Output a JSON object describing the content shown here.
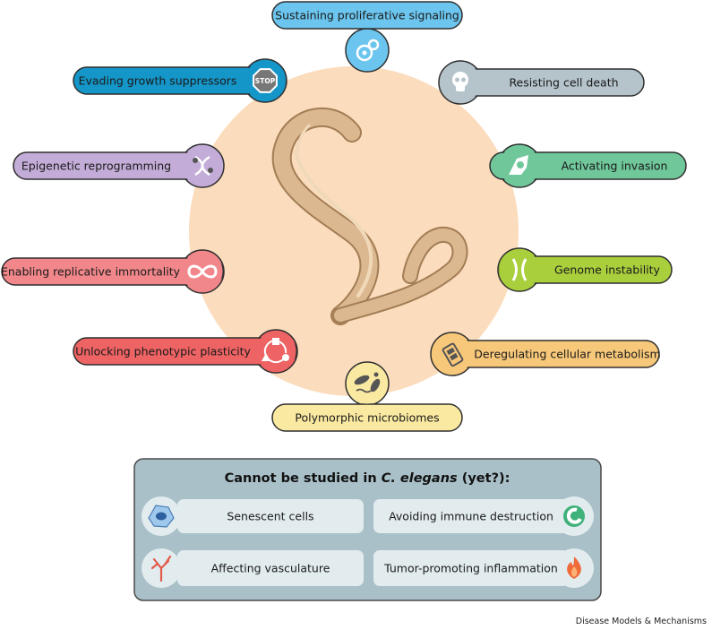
{
  "hallmarks": [
    {
      "label": "Sustaining proliferative signaling",
      "color": "#6cc5ee",
      "icon": "cell-division-icon"
    },
    {
      "label": "Resisting cell death",
      "color": "#b5c3cb",
      "icon": "skull-icon"
    },
    {
      "label": "Activating invasion",
      "color": "#6fc79a",
      "icon": "invading-cell-icon"
    },
    {
      "label": "Genome instability",
      "color": "#aacf3d",
      "icon": "chromosome-icon"
    },
    {
      "label": "Deregulating cellular metabolism",
      "color": "#f8c87a",
      "icon": "battery-icon"
    },
    {
      "label": "Polymorphic microbiomes",
      "color": "#fae9a1",
      "icon": "bacteria-icon"
    },
    {
      "label": "Unlocking phenotypic plasticity",
      "color": "#ee6363",
      "icon": "plasticity-cycle-icon"
    },
    {
      "label": "Enabling replicative immortality",
      "color": "#f1878a",
      "icon": "infinity-icon"
    },
    {
      "label": "Epigenetic reprogramming",
      "color": "#c3acd7",
      "icon": "dna-methylation-icon"
    },
    {
      "label": "Evading growth suppressors",
      "color": "#1596c8",
      "icon": "stop-sign-icon"
    }
  ],
  "stop_text": "STOP",
  "box": {
    "title_prefix": "Cannot be studied in ",
    "title_italic": "C. elegans",
    "title_suffix": " (yet?):",
    "cells": [
      {
        "label": "Senescent cells",
        "icon": "senescent-cell-icon"
      },
      {
        "label": "Avoiding immune destruction",
        "icon": "immune-cell-icon"
      },
      {
        "label": "Affecting vasculature",
        "icon": "blood-vessel-icon"
      },
      {
        "label": "Tumor-promoting inflammation",
        "icon": "flame-icon"
      }
    ]
  },
  "colors": {
    "center_disc": "#fbdcbc",
    "worm": "#dcb891",
    "box_bg": "#a9c0c8",
    "box_cell": "#e2ecef"
  },
  "credit": "Disease Models & Mechanisms"
}
